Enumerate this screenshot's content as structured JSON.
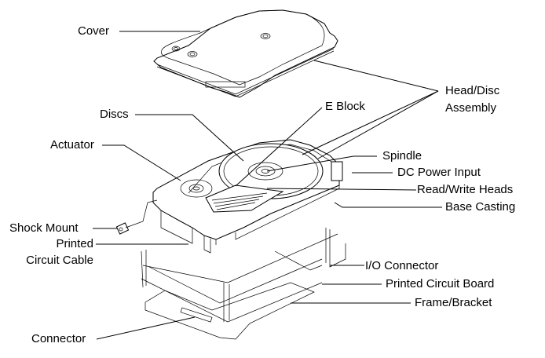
{
  "diagram": {
    "title": "Hard disk drive exploded view",
    "labels": {
      "cover": "Cover",
      "discs": "Discs",
      "e_block": "E Block",
      "head_disc_assembly_line1": "Head/Disc",
      "head_disc_assembly_line2": "Assembly",
      "actuator": "Actuator",
      "spindle": "Spindle",
      "dc_power_input": "DC Power Input",
      "read_write_heads": "Read/Write Heads",
      "base_casting": "Base Casting",
      "shock_mount": "Shock Mount",
      "printed_circuit_cable_line1": "Printed",
      "printed_circuit_cable_line2": "Circuit Cable",
      "io_connector": "I/O Connector",
      "printed_circuit_board": "Printed Circuit Board",
      "frame_bracket": "Frame/Bracket",
      "connector": "Connector"
    }
  }
}
